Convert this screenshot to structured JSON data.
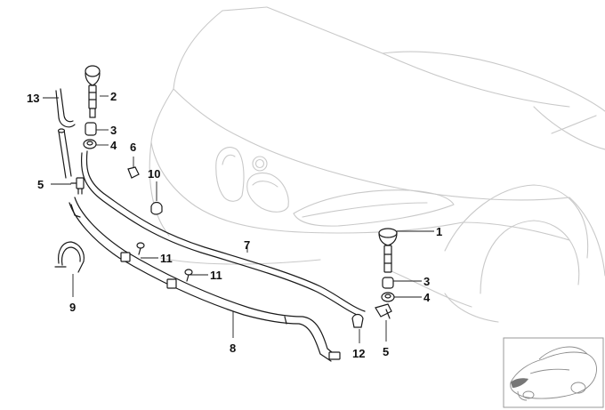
{
  "diagram": {
    "callouts": [
      {
        "id": "1",
        "label": "1"
      },
      {
        "id": "2",
        "label": "2"
      },
      {
        "id": "3a",
        "label": "3"
      },
      {
        "id": "3b",
        "label": "3"
      },
      {
        "id": "4a",
        "label": "4"
      },
      {
        "id": "4b",
        "label": "4"
      },
      {
        "id": "5a",
        "label": "5"
      },
      {
        "id": "5b",
        "label": "5"
      },
      {
        "id": "6",
        "label": "6"
      },
      {
        "id": "7",
        "label": "7"
      },
      {
        "id": "8",
        "label": "8"
      },
      {
        "id": "9",
        "label": "9"
      },
      {
        "id": "10",
        "label": "10"
      },
      {
        "id": "11a",
        "label": "11"
      },
      {
        "id": "11b",
        "label": "11"
      },
      {
        "id": "12",
        "label": "12"
      },
      {
        "id": "13",
        "label": "13"
      }
    ]
  }
}
